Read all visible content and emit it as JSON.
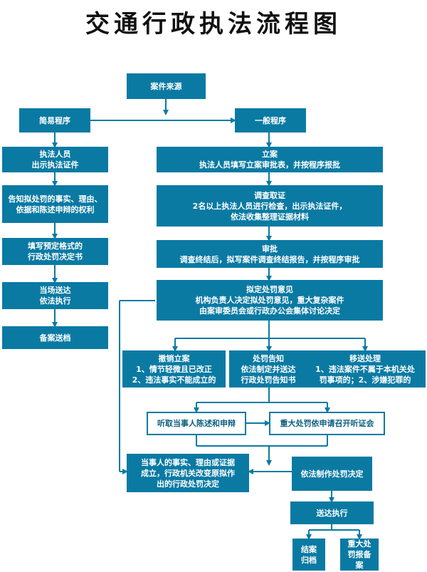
{
  "title": "交通行政执法流程图",
  "nodes": {
    "source": [
      "案件来源"
    ],
    "simple": [
      "简易程序"
    ],
    "general": [
      "一般程序"
    ],
    "s1": [
      "执法人员",
      "出示执法证件"
    ],
    "s2": [
      "告知拟处罚的事实、理由、",
      "依据和陈述申辩的权利"
    ],
    "s3": [
      "填写预定格式的",
      "行政处罚决定书"
    ],
    "s4": [
      "当场送达",
      "依法执行"
    ],
    "s5": [
      "备案送档"
    ],
    "g1": [
      "立案",
      "执法人员填写立案审批表，并按程序报批"
    ],
    "g2": [
      "调查取证",
      "2名以上执法人员进行检查，出示执法证件，",
      "依法收集整理证据材料"
    ],
    "g3": [
      "审批",
      "调查终结后，拟写案件调查终结报告，并按程序审批"
    ],
    "g4": [
      "拟定处罚意见",
      "机构负责人决定拟处罚意见，重大复杂案件",
      "由案审委员会或行政办公会集体讨论决定"
    ],
    "cancel": [
      "撤销立案",
      "1、情节轻微且已改正",
      "2、违法事实不能成立的"
    ],
    "notice": [
      "处罚告知",
      "依法制定并送达",
      "行政处罚告知书"
    ],
    "transfer": [
      "移送处理",
      "1、违法案件不属于本机关处",
      "罚事项的；2、涉嫌犯罪的"
    ],
    "hear": [
      "听取当事人陈述和申辩"
    ],
    "hearing": [
      "重大处罚依申请召开听证会"
    ],
    "change": [
      "当事人的事实、理由或证据",
      "成立，行政机关改变原拟作",
      "出的行政处罚决定"
    ],
    "decide": [
      "依法制作处罚决定"
    ],
    "deliver": [
      "送达执行"
    ],
    "archive": [
      "结案",
      "归档"
    ],
    "report": [
      "重大处",
      "罚报备",
      "案"
    ]
  }
}
